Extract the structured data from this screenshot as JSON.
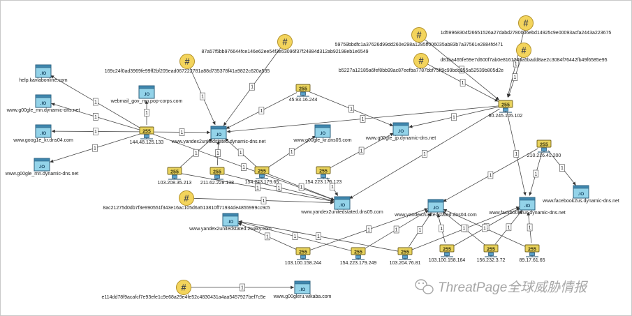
{
  "graph": {
    "icon_styles": {
      "hash-icon": {
        "glyph": "#",
        "fill": "#f3d45c",
        "stroke": "#b3922a"
      },
      "domain-icon": {
        "glyph": ".IO",
        "fill": "#93d3e9",
        "stroke": "#2b5f7c",
        "accent": "#3f86ad"
      },
      "ip-address-icon": {
        "glyph": "255",
        "fill": "#e9d35d",
        "stroke": "#6e5f1a",
        "accent": "#5aa0c8"
      }
    },
    "nodes": [
      {
        "icon": "hash-icon",
        "label": "87a57f5bb976644fce146e62ee54f3e53096f37f24884d312ab92198eb1e6549"
      },
      {
        "icon": "hash-icon",
        "label": "169c24f0ad3969fe99ff2bf205ead067222781a88d735378f41a9822c620a535"
      },
      {
        "icon": "hash-icon",
        "label": "59759bbdfc1a37626d99dd260e298a1285ff006035ab83b7a37561e2884fd471"
      },
      {
        "icon": "hash-icon",
        "label": "1d59968304f26651526a27dabd2780006ebd14925c9e00093acfa2443a223675"
      },
      {
        "icon": "hash-icon",
        "label": "d81ba465fe59e7d600f7ab0e8161246a5badd8ae2c3084f76442fb49f6585e95"
      },
      {
        "icon": "hash-icon",
        "label": "b5227a12185a6fef8bb99ac87eefba7787bbf75ff9c99bdc855a52539b805d2e"
      },
      {
        "icon": "hash-icon",
        "label": "8ac21275d0db7f3e990551f343e16ac105d6a513810ff71934de4855999cc9c5"
      },
      {
        "icon": "hash-icon",
        "label": "e114dd78f9acafcf7e93efe1c9e68a29e4fe52c4830431a4aa5457927bef7c5e"
      },
      {
        "icon": "domain-icon",
        "label": "help.kavlabonline.com"
      },
      {
        "icon": "domain-icon",
        "label": "www.g00gle_mn.dynamic-dns.net"
      },
      {
        "icon": "domain-icon",
        "label": "www.goog1e_kr.dns04.com"
      },
      {
        "icon": "domain-icon",
        "label": "www.g00gle_mn.dynamic-dns.net"
      },
      {
        "icon": "domain-icon",
        "label": "webmail_gov_mn.pop-corps.com"
      },
      {
        "icon": "domain-icon",
        "label": "www.yandex2unitedstated.dynamic-dns.net"
      },
      {
        "icon": "domain-icon",
        "label": "www.g00gle_kr.dns05.com"
      },
      {
        "icon": "domain-icon",
        "label": "www.g00gle_jp.dynamic-dns.net"
      },
      {
        "icon": "domain-icon",
        "label": "www.yandex2unitedstated.dns05.com"
      },
      {
        "icon": "domain-icon",
        "label": "www.yandex2unitedstated.2waky.com"
      },
      {
        "icon": "domain-icon",
        "label": "www.yandex2unitedstated.dns04.com"
      },
      {
        "icon": "domain-icon",
        "label": "www.fackb00k2us.dynamic-dns.net"
      },
      {
        "icon": "domain-icon",
        "label": "www.facebook2us.dynamic-dns.net"
      },
      {
        "icon": "domain-icon",
        "label": "www.g00gleru.wikaba.com"
      },
      {
        "icon": "ip-address-icon",
        "label": "144.48.125.133"
      },
      {
        "icon": "ip-address-icon",
        "label": "45.93.16.244"
      },
      {
        "icon": "ip-address-icon",
        "label": "80.245.105.102"
      },
      {
        "icon": "ip-address-icon",
        "label": "210.216.41.200"
      },
      {
        "icon": "ip-address-icon",
        "label": "103.208.35.213"
      },
      {
        "icon": "ip-address-icon",
        "label": "211.62.228.138"
      },
      {
        "icon": "ip-address-icon",
        "label": "154.223.179.65"
      },
      {
        "icon": "ip-address-icon",
        "label": "154.223.175.123"
      },
      {
        "icon": "ip-address-icon",
        "label": "103.100.158.244"
      },
      {
        "icon": "ip-address-icon",
        "label": "154.223.179.249"
      },
      {
        "icon": "ip-address-icon",
        "label": "103.204.76.81"
      },
      {
        "icon": "ip-address-icon",
        "label": "103.100.158.164"
      },
      {
        "icon": "ip-address-icon",
        "label": "156.232.3.72"
      },
      {
        "icon": "ip-address-icon",
        "label": "89.17.61.65"
      }
    ],
    "edges": [
      {
        "from": 0,
        "to": 13,
        "label": "1"
      },
      {
        "from": 1,
        "to": 13,
        "label": "1"
      },
      {
        "from": 2,
        "to": 24,
        "label": "1"
      },
      {
        "from": 3,
        "to": 24,
        "label": "1"
      },
      {
        "from": 4,
        "to": 24,
        "label": "1"
      },
      {
        "from": 5,
        "to": 24,
        "label": "1"
      },
      {
        "from": 6,
        "to": 16,
        "label": "1"
      },
      {
        "from": 7,
        "to": 21,
        "label": "1"
      },
      {
        "from": 22,
        "to": 8,
        "label": "1"
      },
      {
        "from": 22,
        "to": 9,
        "label": "1"
      },
      {
        "from": 22,
        "to": 10,
        "label": "1"
      },
      {
        "from": 22,
        "to": 11,
        "label": "1"
      },
      {
        "from": 22,
        "to": 12,
        "label": "1"
      },
      {
        "from": 22,
        "to": 13,
        "label": "1"
      },
      {
        "from": 22,
        "to": 16,
        "label": "1"
      },
      {
        "from": 23,
        "to": 13,
        "label": "1"
      },
      {
        "from": 23,
        "to": 15,
        "label": "1"
      },
      {
        "from": 24,
        "to": 15,
        "label": "1"
      },
      {
        "from": 24,
        "to": 13,
        "label": "1"
      },
      {
        "from": 24,
        "to": 16,
        "label": "1"
      },
      {
        "from": 24,
        "to": 19,
        "label": "1"
      },
      {
        "from": 25,
        "to": 19,
        "label": "1"
      },
      {
        "from": 25,
        "to": 18,
        "label": "1"
      },
      {
        "from": 25,
        "to": 20,
        "label": "1"
      },
      {
        "from": 26,
        "to": 13,
        "label": "1"
      },
      {
        "from": 26,
        "to": 16,
        "label": "1"
      },
      {
        "from": 27,
        "to": 13,
        "label": "1"
      },
      {
        "from": 27,
        "to": 16,
        "label": "1"
      },
      {
        "from": 28,
        "to": 13,
        "label": "1"
      },
      {
        "from": 28,
        "to": 14,
        "label": "1"
      },
      {
        "from": 28,
        "to": 16,
        "label": "1"
      },
      {
        "from": 29,
        "to": 15,
        "label": "1"
      },
      {
        "from": 29,
        "to": 16,
        "label": "1"
      },
      {
        "from": 30,
        "to": 17,
        "label": "1"
      },
      {
        "from": 30,
        "to": 18,
        "label": "1"
      },
      {
        "from": 31,
        "to": 17,
        "label": "1"
      },
      {
        "from": 31,
        "to": 18,
        "label": "1"
      },
      {
        "from": 32,
        "to": 17,
        "label": "1"
      },
      {
        "from": 32,
        "to": 18,
        "label": "1"
      },
      {
        "from": 32,
        "to": 19,
        "label": "1"
      },
      {
        "from": 33,
        "to": 18,
        "label": "1"
      },
      {
        "from": 33,
        "to": 19,
        "label": "1"
      },
      {
        "from": 34,
        "to": 18,
        "label": "1"
      },
      {
        "from": 34,
        "to": 19,
        "label": "1"
      },
      {
        "from": 35,
        "to": 18,
        "label": "1"
      },
      {
        "from": 35,
        "to": 19,
        "label": "1"
      }
    ]
  },
  "watermark": {
    "logo_icon": "wechat-icon",
    "text": "ThreatPage全球威胁情报",
    "color": "#a6a6a6"
  }
}
